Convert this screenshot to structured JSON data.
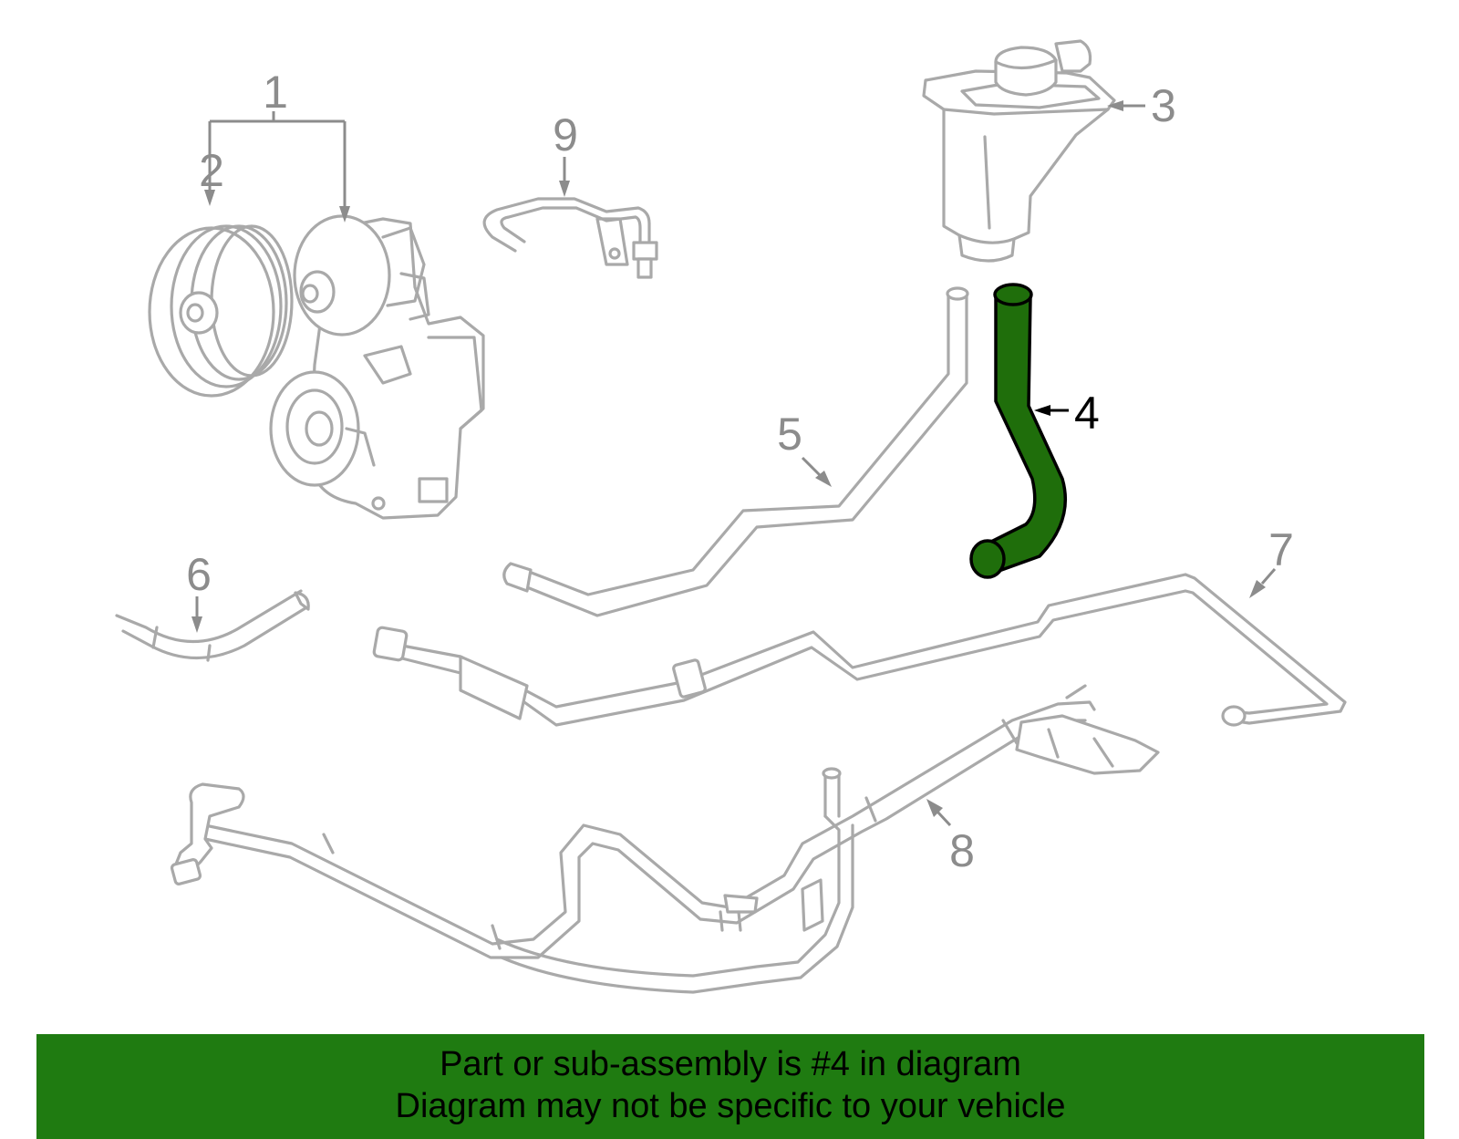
{
  "diagram": {
    "highlight_color": "#1f6e0b",
    "part_line_color": "#a9a9a9",
    "callouts": [
      {
        "id": "1",
        "label": "1"
      },
      {
        "id": "2",
        "label": "2"
      },
      {
        "id": "3",
        "label": "3"
      },
      {
        "id": "4",
        "label": "4",
        "highlighted": true
      },
      {
        "id": "5",
        "label": "5"
      },
      {
        "id": "6",
        "label": "6"
      },
      {
        "id": "7",
        "label": "7"
      },
      {
        "id": "8",
        "label": "8"
      },
      {
        "id": "9",
        "label": "9"
      }
    ]
  },
  "banner": {
    "background": "#1f7b11",
    "line1": "Part or sub-assembly is #4 in diagram",
    "line2": "Diagram may not be specific to your vehicle"
  }
}
